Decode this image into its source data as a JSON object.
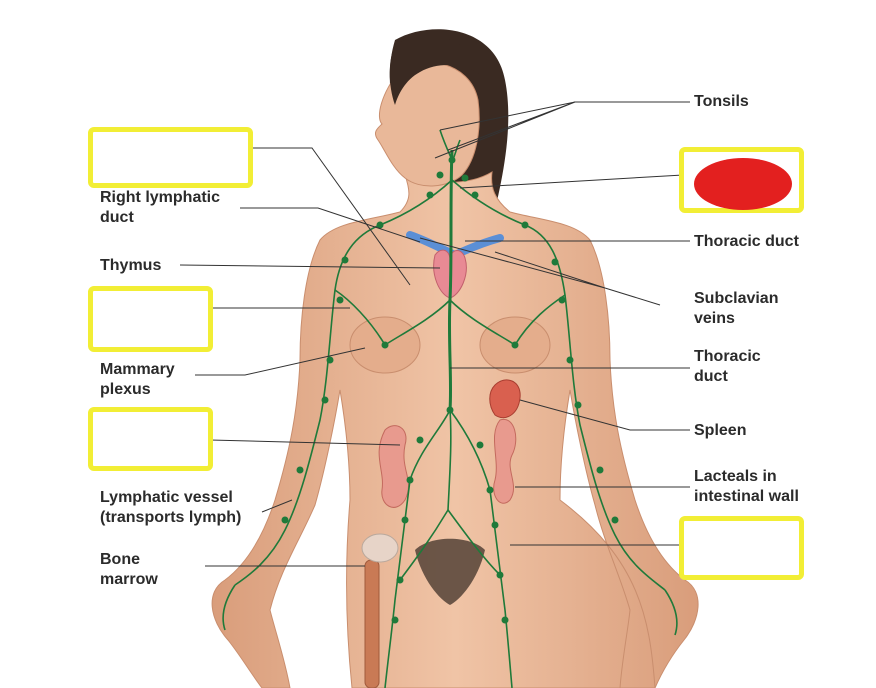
{
  "labels": {
    "tonsils": "Tonsils",
    "right_lymphatic_duct": "Right lymphatic\nduct",
    "thoracic_duct_upper": "Thoracic duct",
    "thymus": "Thymus",
    "subclavian_veins": "Subclavian\nveins",
    "mammary_plexus": "Mammary\nplexus",
    "thoracic_duct_lower": "Thoracic\nduct",
    "spleen": "Spleen",
    "lacteals": "Lacteals in\nintestinal wall",
    "lymphatic_vessel": "Lymphatic vessel\n(transports lymph)",
    "bone_marrow": "Bone\nmarrow"
  },
  "blank_boxes": [
    "answer-box-1",
    "answer-box-2",
    "answer-box-3",
    "answer-box-4",
    "answer-box-5"
  ],
  "colors": {
    "box_border": "#f2ee35",
    "red_blot": "#e3201f",
    "skin": "#e9b899",
    "hair": "#3a2a22",
    "lymph_vessel": "#1f7a3a",
    "vein_blue": "#5b8fd6",
    "thymus_pink": "#e88a94",
    "spleen": "#d9604f",
    "leader_line": "#333333"
  }
}
